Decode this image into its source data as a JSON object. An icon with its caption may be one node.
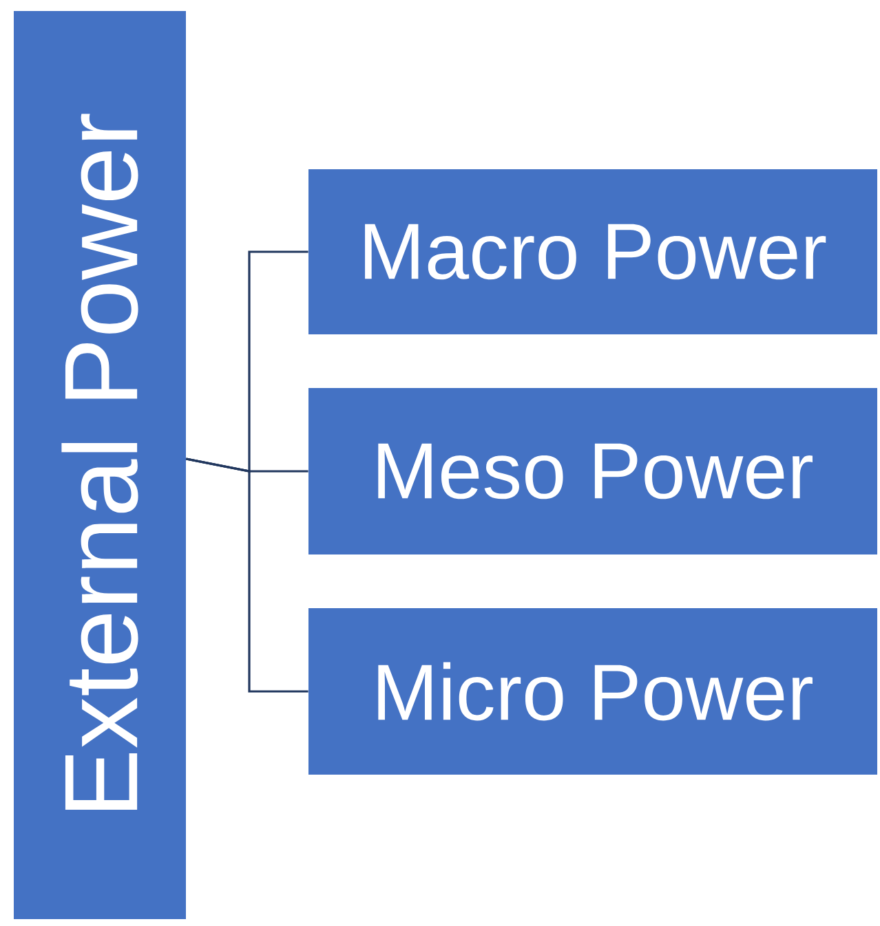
{
  "diagram": {
    "nodes": [
      {
        "text": [
          "External Power"
        ]
      },
      {
        "text": [
          "Macro Power"
        ]
      },
      {
        "text": [
          "Meso Power"
        ]
      },
      {
        "text": [
          "Micro Power"
        ]
      }
    ],
    "edges": [
      {
        "from": 0,
        "to": 1,
        "arrow": "none"
      },
      {
        "from": 0,
        "to": 2,
        "arrow": "none"
      },
      {
        "from": 0,
        "to": 3,
        "arrow": "none"
      }
    ]
  }
}
